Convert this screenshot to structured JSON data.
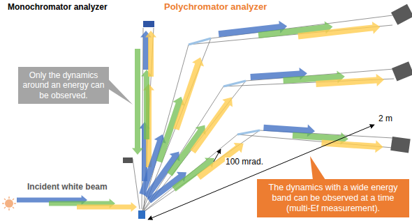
{
  "diagram": {
    "nodes": [
      {
        "text": [
          "Only the dynamics around an energy can be observed."
        ]
      },
      {
        "text": [
          "The dynamics with a wide energy band can be observed at a time (multi-Ef measurement)."
        ]
      }
    ],
    "labels": [
      "Monochromator analyzer",
      "Polychromator analyzer",
      "2 m",
      "100 mrad.",
      "Incident white beam"
    ]
  }
}
